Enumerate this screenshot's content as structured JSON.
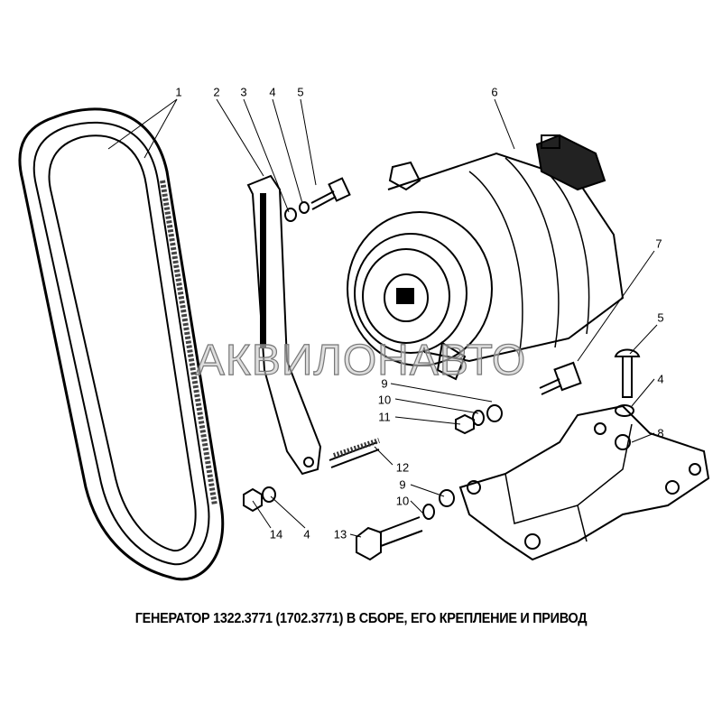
{
  "caption": "ГЕНЕРАТОР 1322.3771 (1702.3771) В СБОРЕ, ЕГО КРЕПЛЕНИЕ И ПРИВОД",
  "watermark": "АКВИЛОНАВТО",
  "callouts": [
    "1",
    "2",
    "3",
    "4",
    "5",
    "6",
    "7",
    "5",
    "4",
    "9",
    "10",
    "11",
    "8",
    "12",
    "9",
    "10",
    "13",
    "14",
    "4"
  ]
}
